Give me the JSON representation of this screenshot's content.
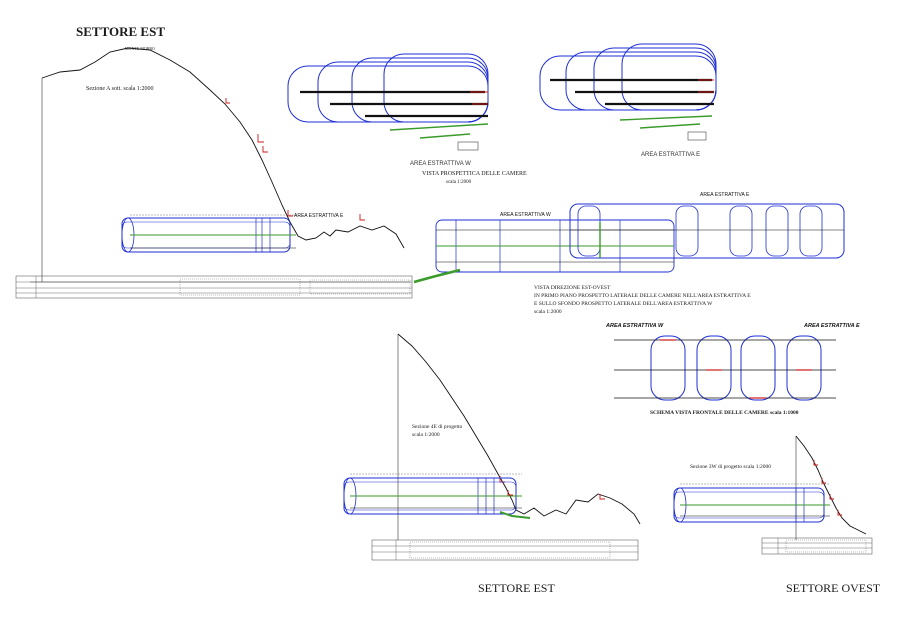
{
  "titles": {
    "top": "SETTORE EST",
    "bottom_left": "SETTORE EST",
    "bottom_right": "SETTORE OVEST"
  },
  "labels": {
    "summit": "MONTE MORRO",
    "section_a": "Sezione A sott. scala 1:2000",
    "area_w": "AREA ESTRATTIVA W",
    "area_e": "AREA ESTRATTIVA E",
    "perspective_title": "VISTA PROSPETTICA DELLE CAMERE",
    "perspective_scale": "scala 1:2000",
    "eastwest_title": "VISTA DIREZIONE EST-OVEST",
    "eastwest_line1": "IN PRIMO PIANO PROSPETTO LATERALE  DELLE CAMERE NELL'AREA ESTRATTIVA E",
    "eastwest_line2": "E SULLO SFONDO PROSPETTO LATERALE DELL'AREA ESTRATTIVA W",
    "eastwest_scale": "scala 1:2000",
    "frontal_area_w": "AREA ESTRATTIVA W",
    "frontal_area_e": "AREA ESTRATTIVA E",
    "frontal_title": "SCHEMA VISTA FRONTALE DELLE CAMERE scala 1:1000",
    "section_4e_l1": "Sezione 4E di progetto",
    "section_4e_l2": "scala 1:2000",
    "section_3w": "Sezione 3W di progetto scala 1:2000"
  },
  "colors": {
    "blue": "#1f2fd6",
    "black": "#111111",
    "red": "#d01818",
    "green": "#3a9a2a"
  }
}
